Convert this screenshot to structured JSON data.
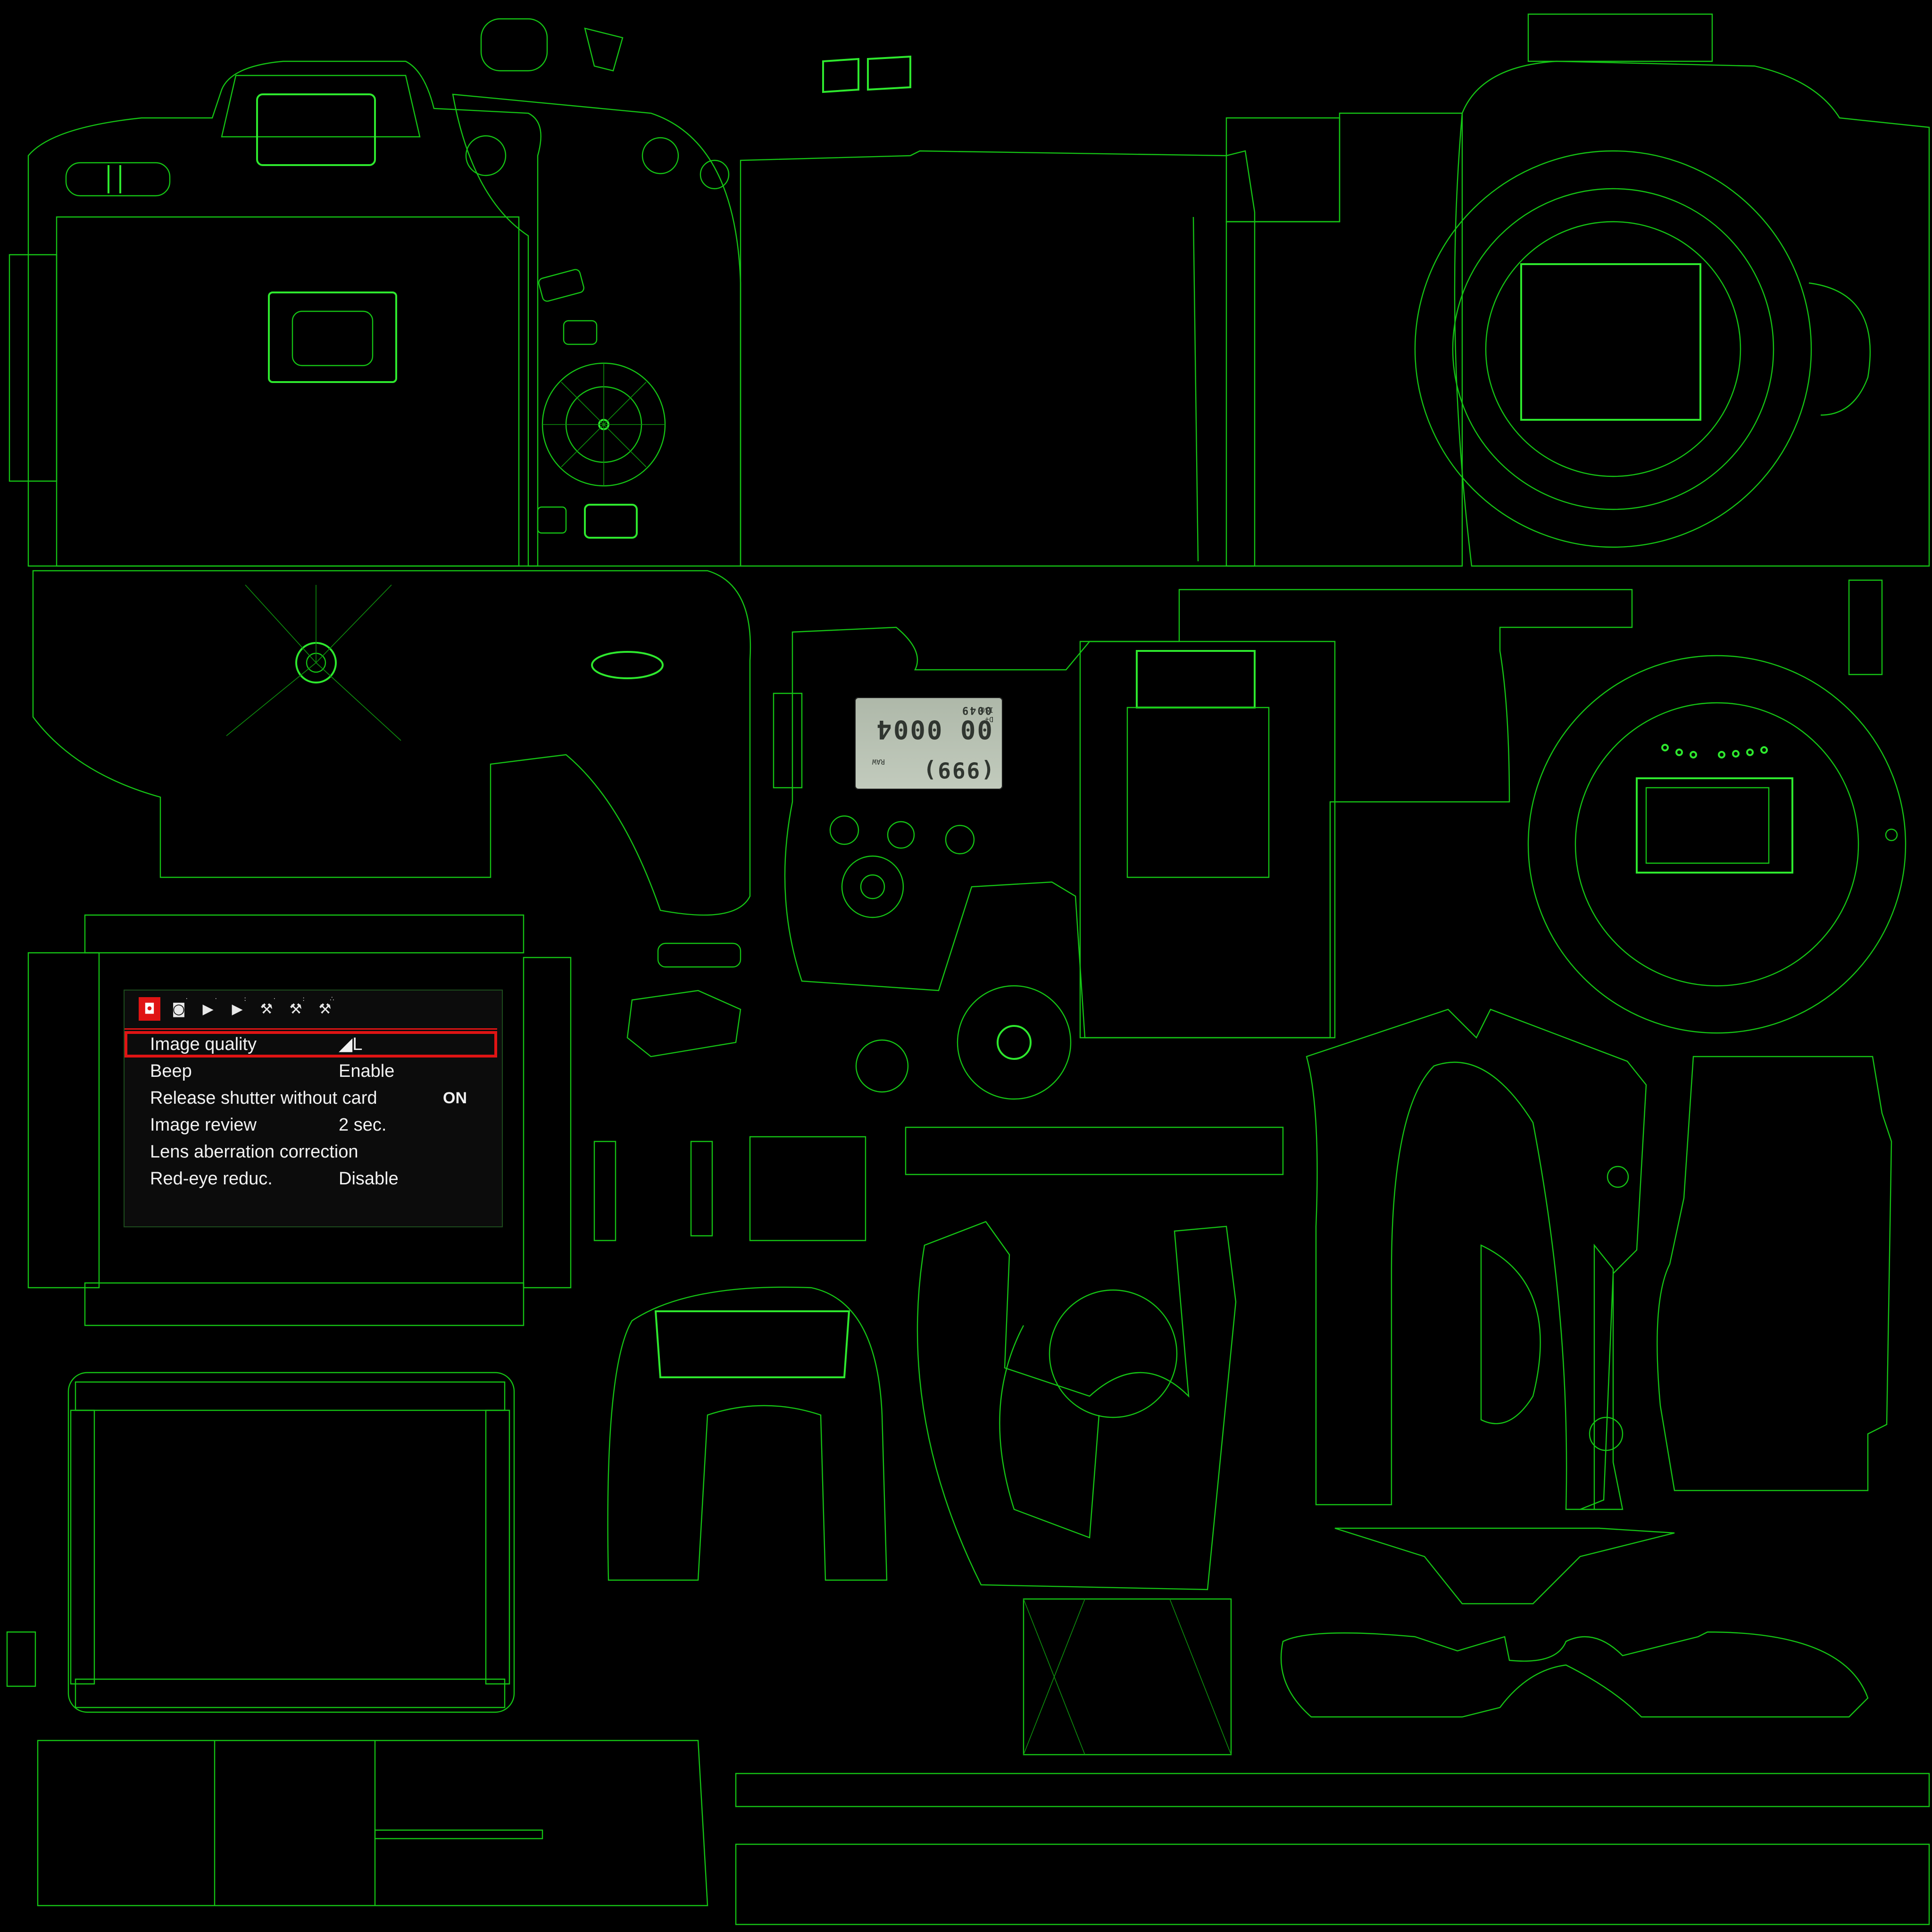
{
  "lcd": {
    "line1": "(999)",
    "line2": "00 0004",
    "line3": "0049",
    "small_left": "RAW",
    "small_right": "ISO",
    "small_right2": "D+"
  },
  "menu": {
    "tabs": [
      {
        "icon": "camera-icon",
        "glyph": "📷",
        "active": true
      },
      {
        "icon": "camera-icon",
        "glyph": "⎙",
        "dot": "·"
      },
      {
        "icon": "play-icon",
        "glyph": "▶",
        "dot": "·"
      },
      {
        "icon": "play-icon",
        "glyph": "▶",
        "dot": ":"
      },
      {
        "icon": "wrench-icon",
        "glyph": "🔧",
        "dot": "·"
      },
      {
        "icon": "wrench-icon",
        "glyph": "🔧",
        "dot": ":"
      },
      {
        "icon": "wrench-icon",
        "glyph": "🔧",
        "dot": "∴"
      }
    ],
    "items": [
      {
        "label": "Image quality",
        "value": "◢L",
        "value2": "",
        "selected": true
      },
      {
        "label": "Beep",
        "value": "Enable",
        "value2": "",
        "selected": false
      },
      {
        "label": "Release shutter without card",
        "value": "",
        "value2": "ON",
        "selected": false
      },
      {
        "label": "Image review",
        "value": "2 sec.",
        "value2": "",
        "selected": false
      },
      {
        "label": "Lens aberration correction",
        "value": "",
        "value2": "",
        "selected": false
      },
      {
        "label": "Red-eye reduc.",
        "value": "Disable",
        "value2": "",
        "selected": false
      }
    ],
    "accent_color": "#e01414"
  },
  "wireframe_color": "#15c415"
}
